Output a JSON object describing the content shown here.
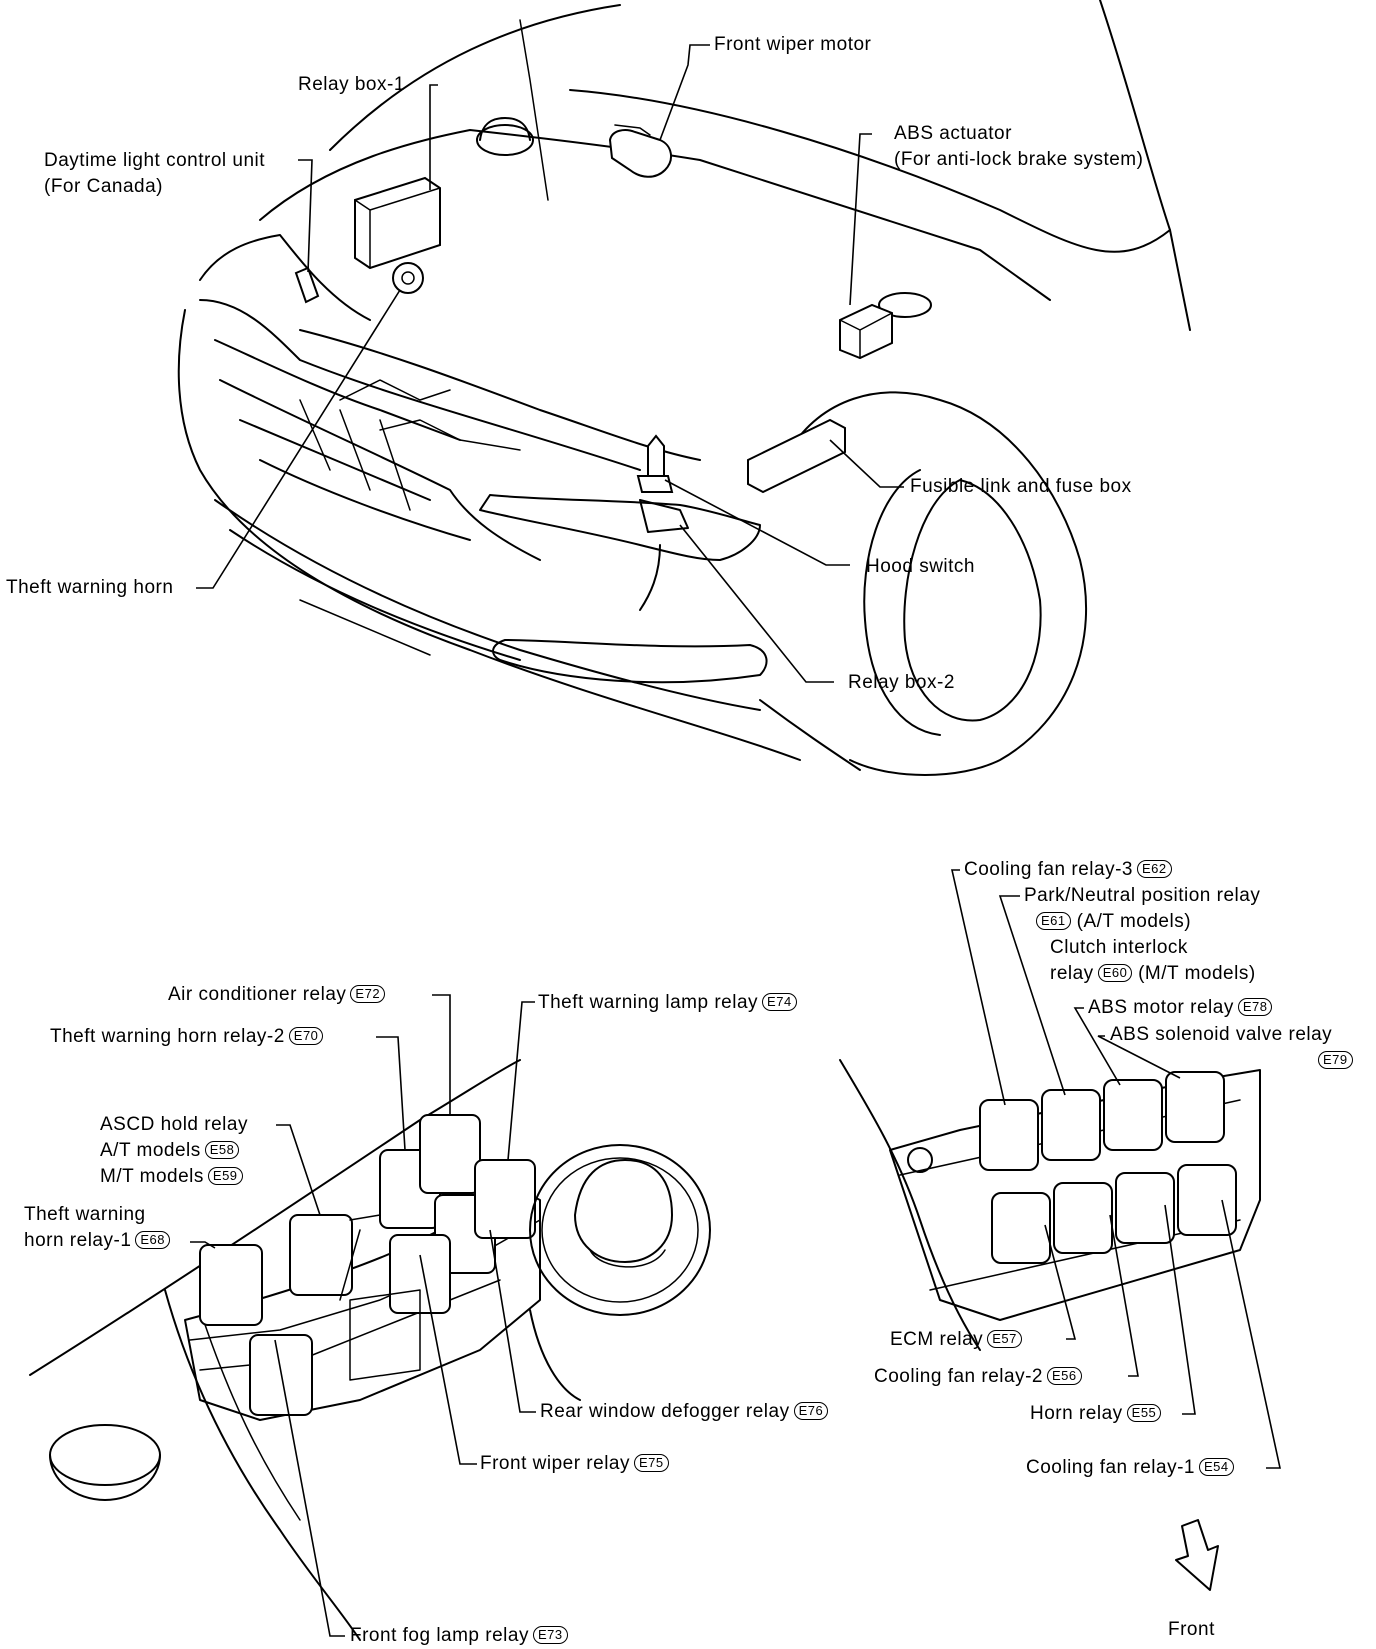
{
  "top_labels": {
    "front_wiper_motor": "Front wiper motor",
    "relay_box_1": "Relay box-1",
    "daytime_light_line1": "Daytime light control unit",
    "daytime_light_line2": "(For Canada)",
    "abs_actuator_line1": "ABS actuator",
    "abs_actuator_line2": "(For anti-lock brake system)",
    "fusible_link": "Fusible link and fuse box",
    "hood_switch": "Hood switch",
    "theft_warning_horn": "Theft warning horn",
    "relay_box_2": "Relay box-2"
  },
  "left_box": {
    "air_conditioner_relay": {
      "label": "Air conditioner relay",
      "code": "E72"
    },
    "theft_warning_lamp_relay": {
      "label": "Theft warning lamp relay",
      "code": "E74"
    },
    "theft_warning_horn_relay_2": {
      "label": "Theft warning horn relay-2",
      "code": "E70"
    },
    "ascd_hold_relay": {
      "label": "ASCD hold relay"
    },
    "ascd_at": {
      "label": "A/T models",
      "code": "E58"
    },
    "ascd_mt": {
      "label": "M/T models",
      "code": "E59"
    },
    "theft_warning_horn_relay_1": {
      "line1": "Theft warning",
      "line2": "horn relay-1",
      "code": "E68"
    },
    "rear_window_defogger_relay": {
      "label": "Rear window defogger relay",
      "code": "E76"
    },
    "front_wiper_relay": {
      "label": "Front wiper relay",
      "code": "E75"
    },
    "front_fog_lamp_relay": {
      "label": "Front fog lamp relay",
      "code": "E73"
    }
  },
  "right_box": {
    "cooling_fan_relay_3": {
      "label": "Cooling fan relay-3",
      "code": "E62"
    },
    "park_neutral": {
      "line1": "Park/Neutral position relay",
      "code": "E61",
      "line2": "(A/T models)"
    },
    "clutch_interlock": {
      "line1": "Clutch interlock",
      "line2": "relay",
      "code": "E60",
      "line3": "(M/T models)"
    },
    "abs_motor_relay": {
      "label": "ABS motor relay",
      "code": "E78"
    },
    "abs_solenoid_valve_relay": {
      "label": "ABS solenoid valve relay",
      "code": "E79"
    },
    "ecm_relay": {
      "label": "ECM relay",
      "code": "E57"
    },
    "cooling_fan_relay_2": {
      "label": "Cooling fan relay-2",
      "code": "E56"
    },
    "horn_relay": {
      "label": "Horn relay",
      "code": "E55"
    },
    "cooling_fan_relay_1": {
      "label": "Cooling fan relay-1",
      "code": "E54"
    }
  },
  "direction": {
    "label": "Front"
  }
}
